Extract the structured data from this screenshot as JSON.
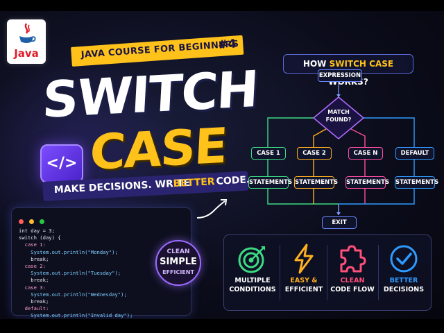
{
  "logo": {
    "text": "Java"
  },
  "course": {
    "label": "JAVA COURSE FOR BEGINNERS",
    "number": "#4"
  },
  "title": {
    "line1": "SWITCH",
    "line2": "CASE"
  },
  "code_icon": "</>",
  "tagline": {
    "part1": "MAKE DECISIONS. WRITE ",
    "highlight": "BETTER",
    "part2": " CODE."
  },
  "code": {
    "lines": [
      "int day = 3;",
      "switch (day) {",
      "  case 1:",
      "    System.out.println(\"Monday\");",
      "    break;",
      "  case 2:",
      "    System.out.println(\"Tuesday\");",
      "    break;",
      "  case 3:",
      "    System.out.println(\"Wednesday\");",
      "    break;",
      "  default:",
      "    System.out.println(\"Invalid day\");",
      "}"
    ]
  },
  "badge": {
    "top": "CLEAN",
    "middle": "SIMPLE",
    "bottom": "EFFICIENT"
  },
  "flow": {
    "title_prefix": "HOW ",
    "title_highlight": "SWITCH CASE",
    "title_suffix": " WORKS?",
    "expression": "EXPRESSION",
    "decision_line1": "MATCH",
    "decision_line2": "FOUND?",
    "cases": [
      {
        "label": "CASE 1",
        "color": "#3ddc84"
      },
      {
        "label": "CASE 2",
        "color": "#ffb020"
      },
      {
        "label": "CASE N",
        "color": "#ff4fa0"
      },
      {
        "label": "DEFAULT",
        "color": "#2f9bff"
      }
    ],
    "statements": "STATEMENTS",
    "exit": "EXIT"
  },
  "features": [
    {
      "line1": "MULTIPLE",
      "line2": "CONDITIONS",
      "icon": "target-icon",
      "color": "#3ddc84"
    },
    {
      "line1": "EASY &",
      "line2": "EFFICIENT",
      "icon": "lightning-icon",
      "color": "#ffb020"
    },
    {
      "line1": "CLEAN",
      "line2": "CODE FLOW",
      "icon": "puzzle-icon",
      "color": "#ff4f7a"
    },
    {
      "line1": "BETTER",
      "line2": "DECISIONS",
      "icon": "check-circle-icon",
      "color": "#2f9bff"
    }
  ]
}
